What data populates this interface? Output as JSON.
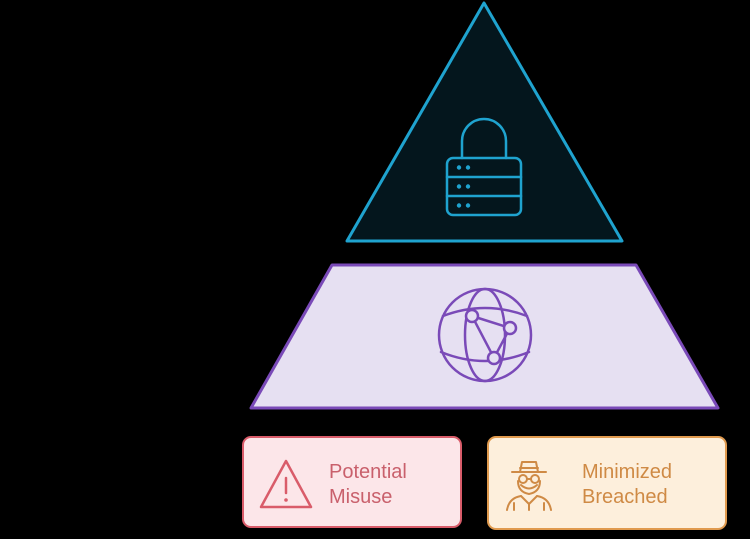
{
  "colors": {
    "background": "#000000",
    "apex_fill": "#04161d",
    "apex_stroke": "#1fa3cf",
    "middle_fill": "#e6e0f2",
    "middle_stroke": "#7a4ab8",
    "warn_fill": "#fce6e9",
    "warn_stroke": "#d95c6a",
    "spy_fill": "#fdefdc",
    "spy_stroke": "#e09a4e"
  },
  "apex": {
    "icon": "lock-server-icon"
  },
  "middle": {
    "icon": "globe-network-icon"
  },
  "cards": [
    {
      "icon": "warning-icon",
      "line1": "Potential",
      "line2": "Misuse"
    },
    {
      "icon": "spy-icon",
      "line1": "Minimized",
      "line2": "Breached"
    }
  ]
}
